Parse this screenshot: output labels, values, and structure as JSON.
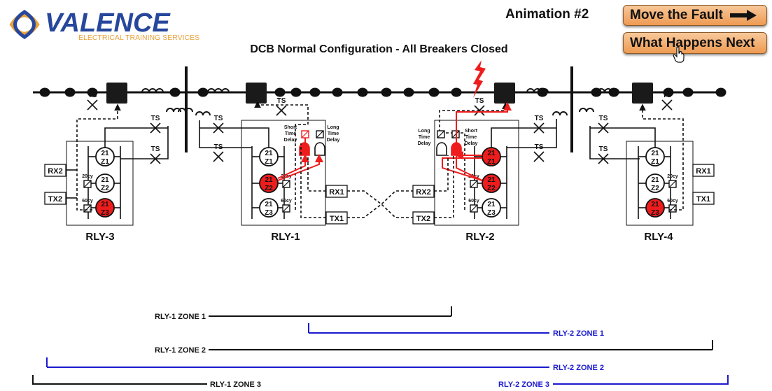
{
  "brand": {
    "name": "VALENCE",
    "tagline": "ELECTRICAL TRAINING SERVICES",
    "primary_color": "#27479c",
    "accent_color": "#e8a23a"
  },
  "header": {
    "animation_label": "Animation #2",
    "diagram_title": "DCB Normal Configuration - All Breakers Closed"
  },
  "buttons": {
    "move_fault": {
      "label": "Move the Fault",
      "icon": "arrow-right-icon"
    },
    "what_next": {
      "label": "What Happens Next"
    }
  },
  "colors": {
    "energized": "#ee1c1c",
    "line": "#111111",
    "zone_rly1": "#111111",
    "zone_rly2": "#1a1ad0"
  },
  "relays": {
    "rly3": {
      "name": "RLY-3",
      "rx": "RX2",
      "tx": "TX2",
      "z3_timer": "60cy",
      "z2_timer": "20cy"
    },
    "rly1": {
      "name": "RLY-1",
      "rx": "RX1",
      "tx": "TX1",
      "z3_timer": "60cy",
      "z2_timer": "20cy"
    },
    "rly2": {
      "name": "RLY-2",
      "rx": "RX2",
      "tx": "TX2",
      "z3_timer": "60cy",
      "z2_timer": "20cy"
    },
    "rly4": {
      "name": "RLY-4",
      "rx": "RX1",
      "tx": "TX1",
      "z3_timer": "60cy",
      "z2_timer": "20cy"
    }
  },
  "element_labels": {
    "num": "21",
    "z1": "Z1",
    "z2": "Z2",
    "z3": "Z3"
  },
  "transfer_switch": "TS",
  "delays": {
    "short_1": "Short",
    "short_2": "Time",
    "short_3": "Delay",
    "long_1": "Long",
    "long_2": "Time",
    "long_3": "Delay"
  },
  "zones": {
    "rly1_z1": "RLY-1 ZONE 1",
    "rly2_z1": "RLY-2 ZONE 1",
    "rly1_z2": "RLY-1 ZONE 2",
    "rly2_z2": "RLY-2 ZONE 2",
    "rly1_z3": "RLY-1 ZONE 3",
    "rly2_z3": "RLY-2 ZONE 3"
  }
}
